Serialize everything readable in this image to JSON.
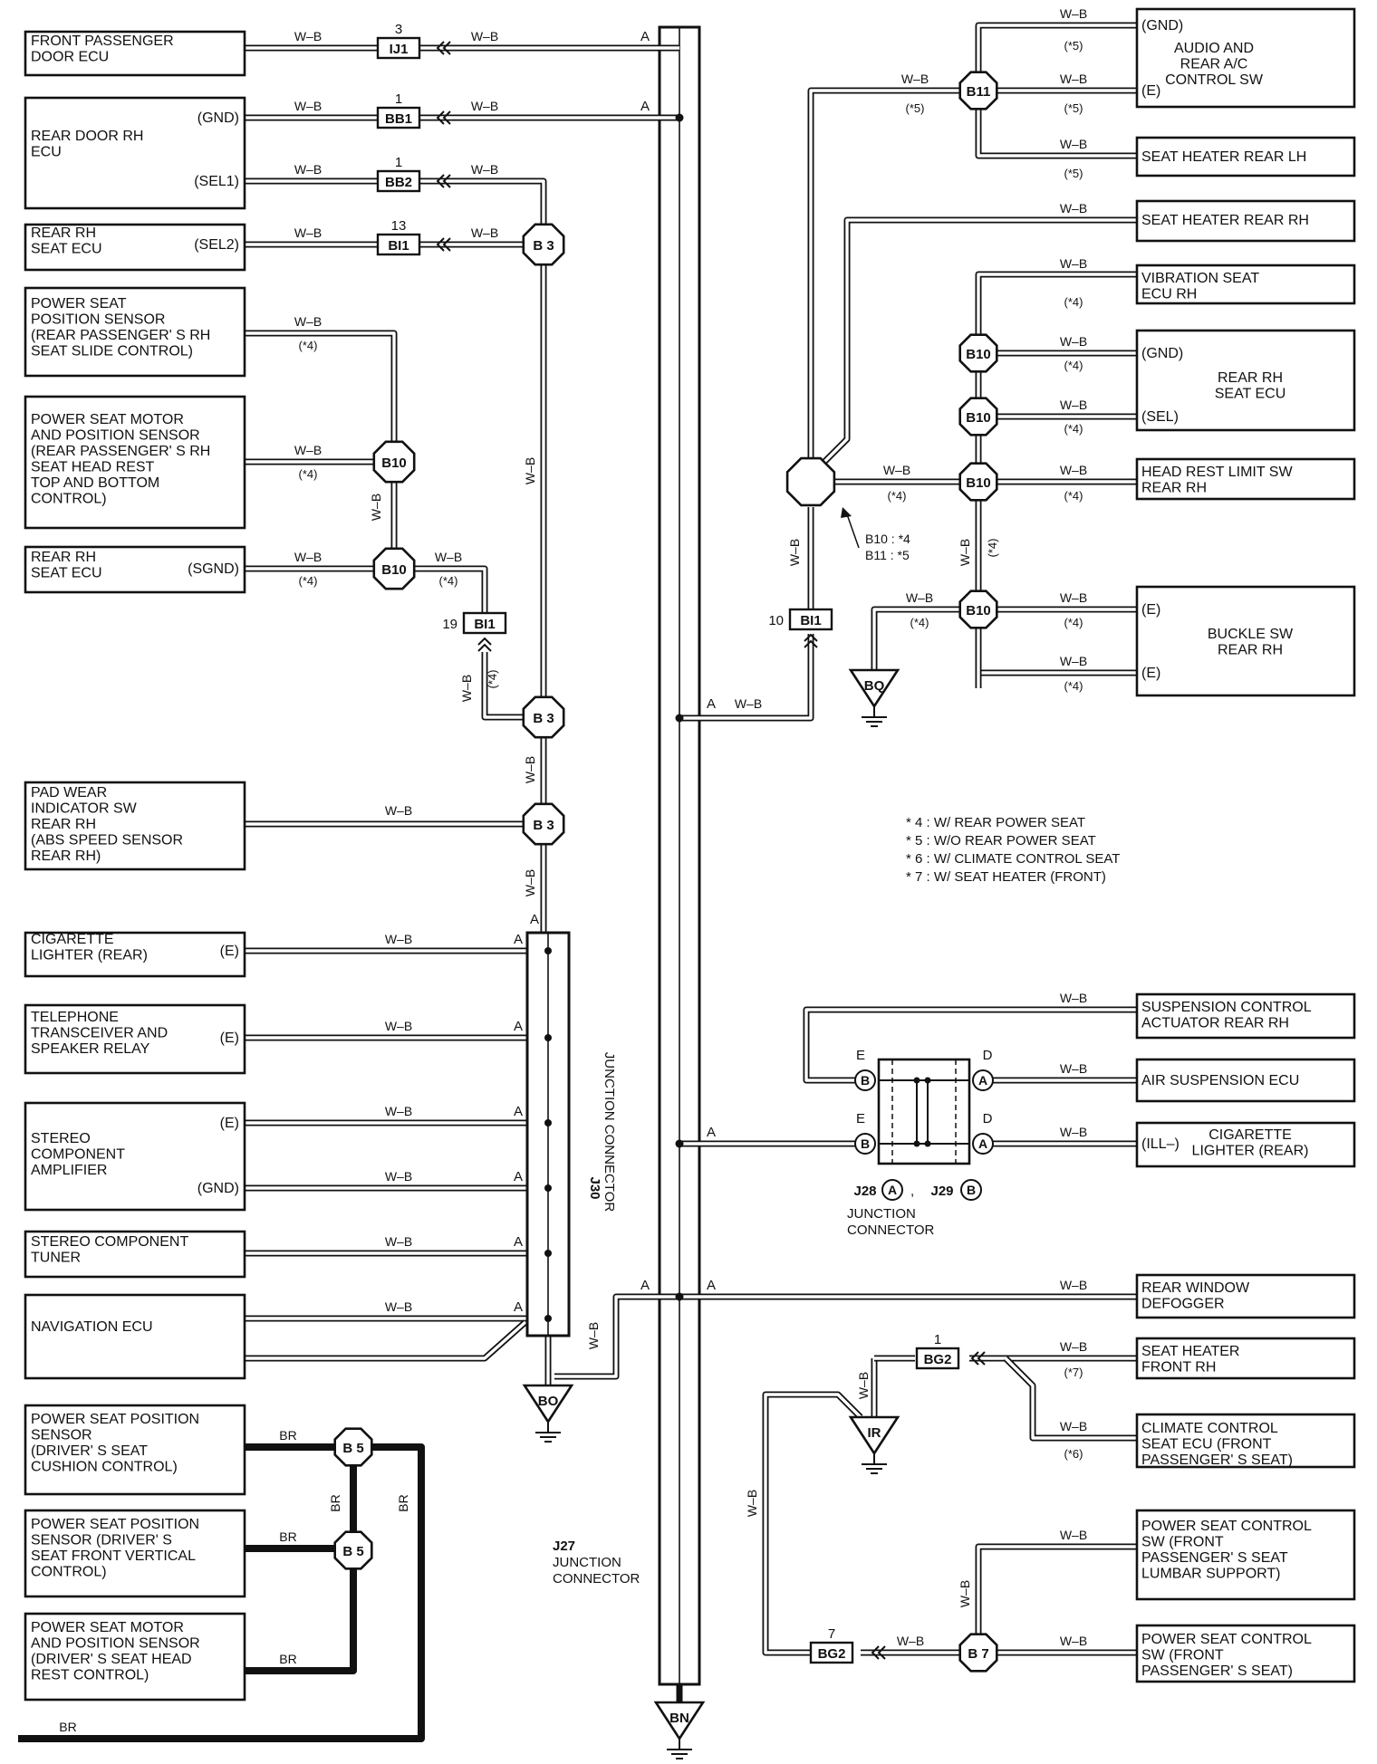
{
  "wire_color": "W–B",
  "wire_color_br": "BR",
  "left_components": [
    {
      "lines": [
        "FRONT PASSENGER",
        "DOOR ECU"
      ]
    },
    {
      "lines": [
        "REAR DOOR RH",
        "ECU"
      ],
      "pins": [
        "(GND)",
        "(SEL1)"
      ]
    },
    {
      "lines": [
        "REAR RH",
        "SEAT ECU"
      ],
      "pins": [
        "(SEL2)"
      ]
    },
    {
      "lines": [
        "POWER SEAT",
        "POSITION SENSOR",
        "(REAR PASSENGER' S RH",
        "SEAT SLIDE CONTROL)"
      ]
    },
    {
      "lines": [
        "POWER SEAT MOTOR",
        "AND POSITION SENSOR",
        "(REAR PASSENGER' S RH",
        "SEAT HEAD REST",
        "TOP AND BOTTOM",
        "CONTROL)"
      ]
    },
    {
      "lines": [
        "REAR RH",
        "SEAT ECU"
      ],
      "pins": [
        "(SGND)"
      ]
    },
    {
      "lines": [
        "PAD WEAR",
        "INDICATOR SW",
        "REAR RH",
        "(ABS SPEED SENSOR",
        "REAR RH)"
      ]
    },
    {
      "lines": [
        "CIGARETTE",
        "LIGHTER (REAR)"
      ],
      "pins": [
        "(E)"
      ]
    },
    {
      "lines": [
        "TELEPHONE",
        "TRANSCEIVER AND",
        "SPEAKER RELAY"
      ],
      "pins": [
        "(E)"
      ]
    },
    {
      "lines": [
        "STEREO",
        "COMPONENT",
        "AMPLIFIER"
      ],
      "pins": [
        "(E)",
        "(GND)"
      ]
    },
    {
      "lines": [
        "STEREO COMPONENT",
        "TUNER"
      ]
    },
    {
      "lines": [
        "NAVIGATION ECU"
      ]
    },
    {
      "lines": [
        "POWER SEAT POSITION",
        "SENSOR",
        "(DRIVER' S SEAT",
        "CUSHION CONTROL)"
      ]
    },
    {
      "lines": [
        "POWER SEAT POSITION",
        "SENSOR (DRIVER' S",
        "SEAT FRONT VERTICAL",
        "CONTROL)"
      ]
    },
    {
      "lines": [
        "POWER SEAT MOTOR",
        "AND POSITION SENSOR",
        "(DRIVER' S SEAT HEAD",
        "REST CONTROL)"
      ]
    }
  ],
  "right_components": [
    {
      "lines": [
        "AUDIO AND",
        "REAR A/C",
        "CONTROL SW"
      ],
      "pins": [
        "(GND)",
        "(E)"
      ]
    },
    {
      "lines": [
        "SEAT HEATER REAR LH"
      ]
    },
    {
      "lines": [
        "SEAT HEATER REAR RH"
      ]
    },
    {
      "lines": [
        "VIBRATION SEAT",
        "ECU RH"
      ]
    },
    {
      "lines": [
        "REAR RH",
        "SEAT ECU"
      ],
      "pins": [
        "(GND)",
        "(SEL)"
      ]
    },
    {
      "lines": [
        "HEAD REST LIMIT SW",
        "REAR RH"
      ]
    },
    {
      "lines": [
        "BUCKLE SW",
        "REAR RH"
      ],
      "pins": [
        "(E)",
        "(E)"
      ]
    },
    {
      "lines": [
        "SUSPENSION CONTROL",
        "ACTUATOR REAR RH"
      ]
    },
    {
      "lines": [
        "AIR SUSPENSION ECU"
      ]
    },
    {
      "lines": [
        "CIGARETTE",
        "LIGHTER (REAR)"
      ],
      "pins": [
        "(ILL–)"
      ]
    },
    {
      "lines": [
        "REAR WINDOW",
        "DEFOGGER"
      ]
    },
    {
      "lines": [
        "SEAT HEATER",
        "FRONT RH"
      ]
    },
    {
      "lines": [
        "CLIMATE CONTROL",
        "SEAT ECU (FRONT",
        "PASSENGER' S SEAT)"
      ]
    },
    {
      "lines": [
        "POWER SEAT CONTROL",
        "SW (FRONT",
        "PASSENGER' S SEAT",
        "LUMBAR SUPPORT)"
      ]
    },
    {
      "lines": [
        "POWER SEAT CONTROL",
        "SW (FRONT",
        "PASSENGER' S SEAT)"
      ]
    }
  ],
  "connectors": {
    "ij1": {
      "label": "IJ1",
      "pin": "3"
    },
    "bb1": {
      "label": "BB1",
      "pin": "1"
    },
    "bb2": {
      "label": "BB2",
      "pin": "1"
    },
    "bi1_13": {
      "label": "BI1",
      "pin": "13"
    },
    "bi1_19": {
      "label": "BI1",
      "pin": "19"
    },
    "bi1_10": {
      "label": "BI1",
      "pin": "10"
    },
    "bg2_1": {
      "label": "BG2",
      "pin": "1"
    },
    "bg2_7": {
      "label": "BG2",
      "pin": "7"
    }
  },
  "splices": {
    "b3": "B 3",
    "b10": "B10",
    "b11": "B11",
    "b5": "B 5",
    "b7": "B 7"
  },
  "grounds": {
    "bq": "BQ",
    "bo": "BO",
    "ir": "IR",
    "bn": "BN"
  },
  "pin_letters": {
    "a": "A",
    "b": "B",
    "d": "D",
    "e": "E"
  },
  "notes": {
    "star4": "(*4)",
    "star5": "(*5)",
    "star6": "(*6)",
    "star7": "(*7)",
    "b10_def": "B10 : *4",
    "b11_def": "B11 : *5",
    "legend": [
      "* 4 : W/ REAR POWER SEAT",
      "* 5 : W/O REAR POWER SEAT",
      "* 6 : W/ CLIMATE CONTROL SEAT",
      "* 7 : W/ SEAT HEATER (FRONT)"
    ]
  },
  "junction_labels": {
    "j30": [
      "J30",
      "JUNCTION CONNECTOR"
    ],
    "j27": [
      "J27",
      "JUNCTION",
      "CONNECTOR"
    ],
    "j28": "J28",
    "j29": "J29",
    "j28_29": [
      "JUNCTION",
      "CONNECTOR"
    ],
    "j28_pin": "A",
    "j29_pin": "B",
    "comma": ","
  }
}
